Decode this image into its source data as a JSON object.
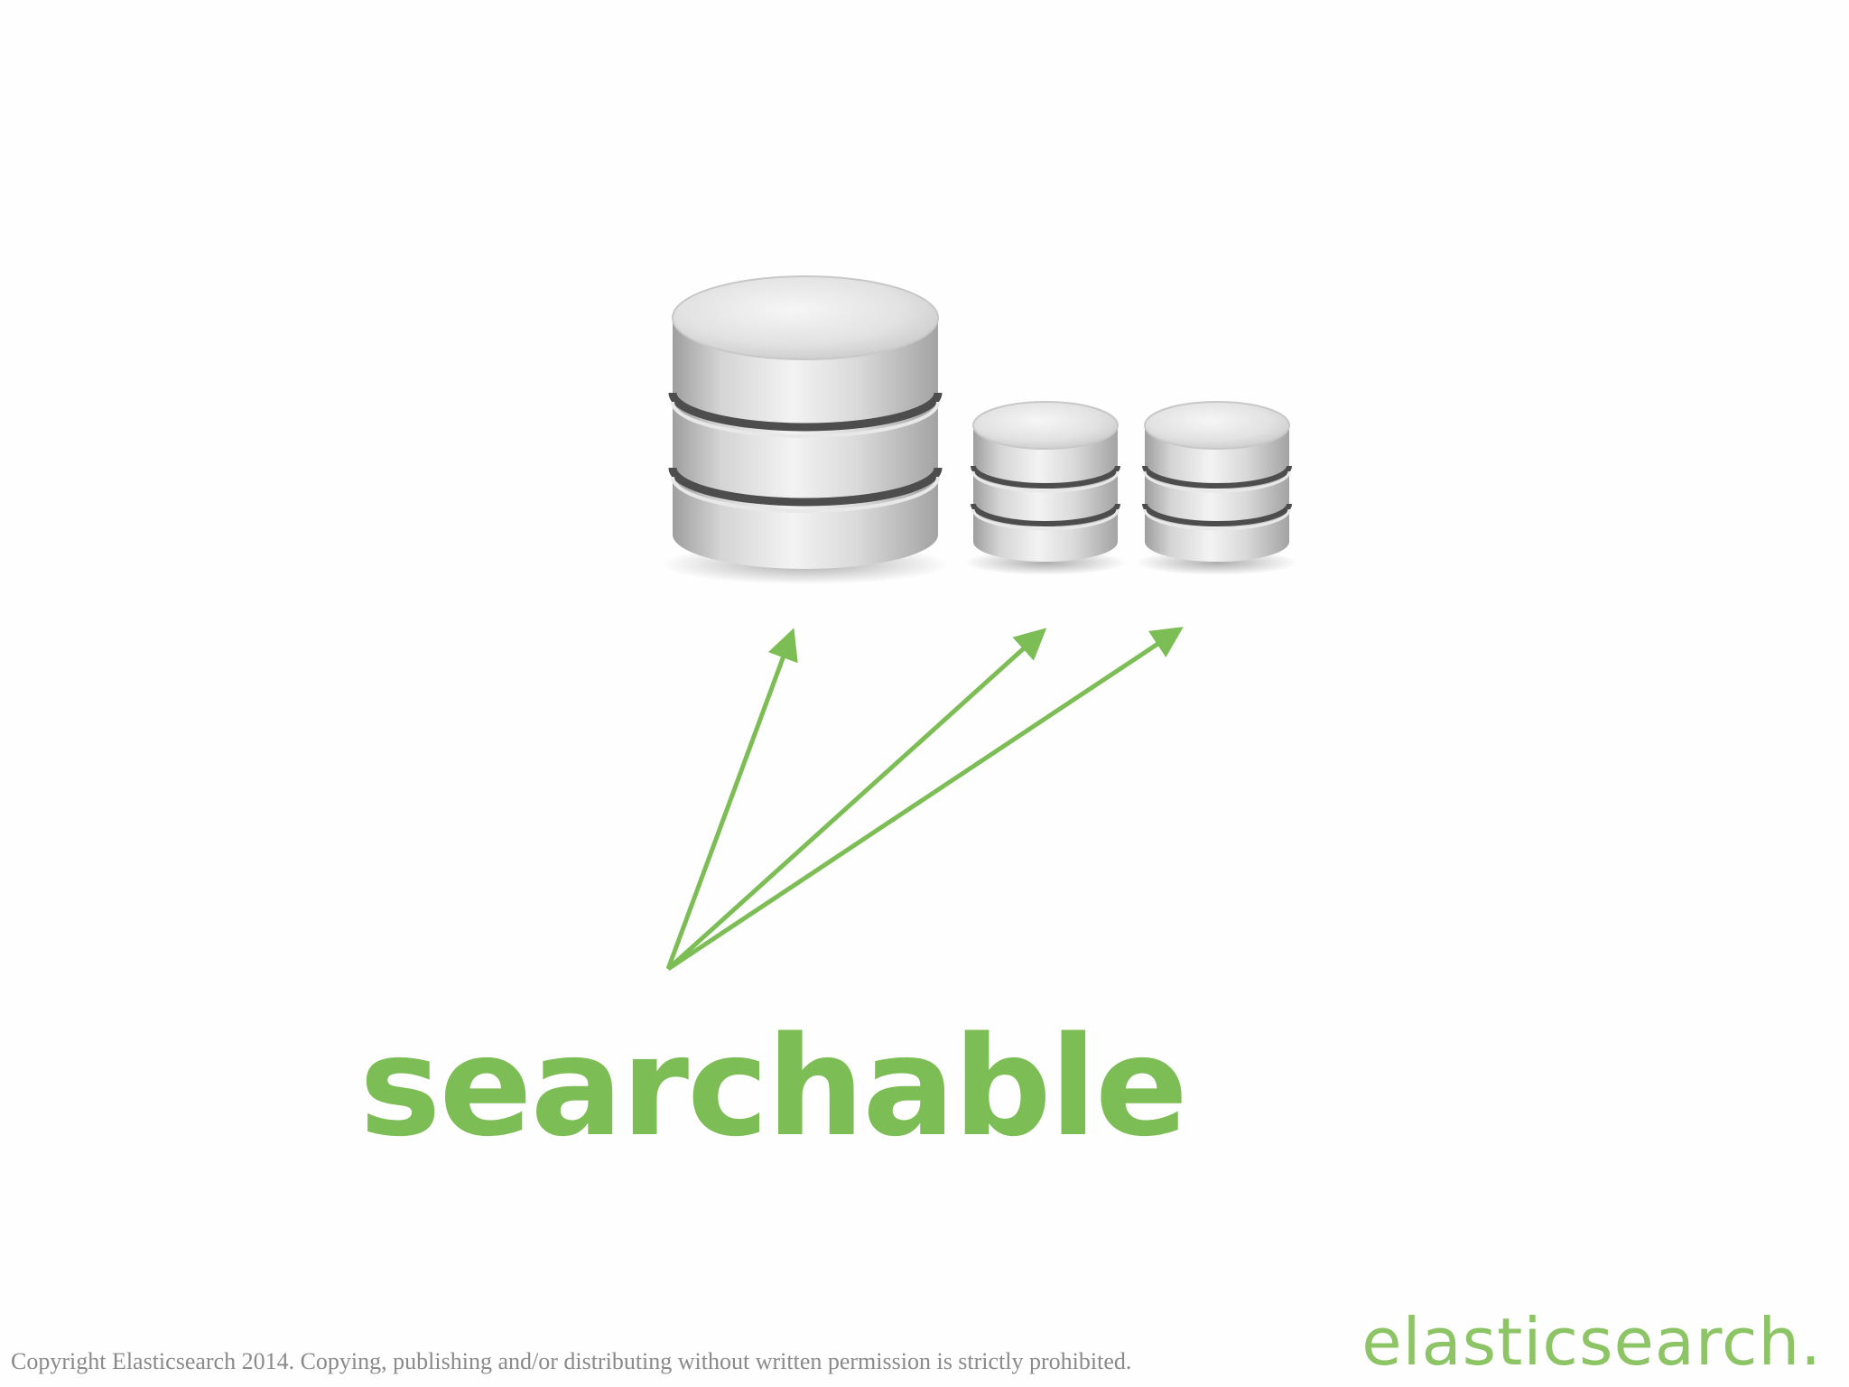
{
  "slide": {
    "headline": "searchable",
    "copyright": "Copyright Elasticsearch 2014. Copying, publishing and/or distributing without written permission is strictly prohibited.",
    "brand_logo": "elasticsearch."
  },
  "diagram": {
    "nodes": [
      {
        "name": "database-icon-large",
        "icon": "database-icon"
      },
      {
        "name": "database-icon-small-1",
        "icon": "database-icon"
      },
      {
        "name": "database-icon-small-2",
        "icon": "database-icon"
      }
    ],
    "edges": [
      {
        "from": "searchable",
        "to": "database-icon-large"
      },
      {
        "from": "searchable",
        "to": "database-icon-small-1"
      },
      {
        "from": "searchable",
        "to": "database-icon-small-2"
      }
    ]
  },
  "colors": {
    "accent": "#7dbd55",
    "logo": "#8cc466",
    "text_gray": "#8a8a8a"
  }
}
